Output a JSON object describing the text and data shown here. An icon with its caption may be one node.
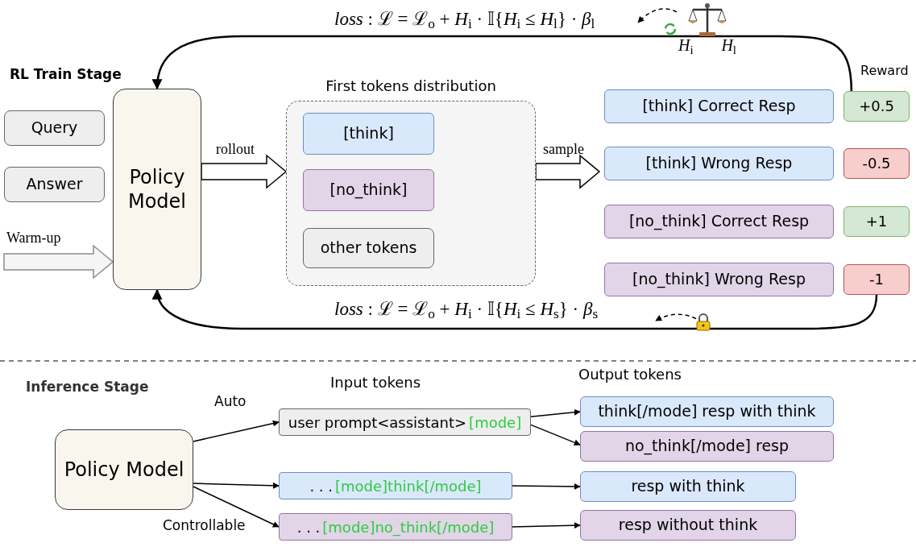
{
  "diagram": {
    "nodes": [
      {
        "text": [
          "Query"
        ]
      },
      {
        "text": [
          "Answer"
        ]
      },
      {
        "text": [
          "Policy Model"
        ]
      },
      {
        "text": [
          "First tokens distribution"
        ]
      },
      {
        "text": [
          "[think]"
        ],
        "in": 3
      },
      {
        "text": [
          "[no_think]"
        ],
        "in": 3
      },
      {
        "text": [
          "other tokens"
        ],
        "in": 3
      },
      {
        "text": [
          "[think] Correct Resp"
        ]
      },
      {
        "text": [
          "[think] Wrong Resp"
        ]
      },
      {
        "text": [
          "[no_think] Correct Resp"
        ]
      },
      {
        "text": [
          "[no_think] Wrong Resp"
        ]
      },
      {
        "text": [
          "+0.5"
        ]
      },
      {
        "text": [
          "-0.5"
        ]
      },
      {
        "text": [
          "+1"
        ]
      },
      {
        "text": [
          "-1"
        ]
      },
      {
        "text": [],
        "shape": "picture",
        "beside": [
          "*H*$_{i}$",
          "*H*$_{l}$"
        ]
      },
      {
        "text": [],
        "shape": "picture"
      },
      {
        "text": [
          "Policy Model"
        ]
      },
      {
        "text": [
          "user prompt<assistant>",
          "[mode]"
        ]
      },
      {
        "text": [
          ". . .",
          "[mode]think[/mode]"
        ]
      },
      {
        "text": [
          ". . .",
          "[mode]no_think[/mode]"
        ]
      },
      {
        "text": [
          "think[/mode] resp with think"
        ]
      },
      {
        "text": [
          "no_think[/mode] resp"
        ]
      },
      {
        "text": [
          "resp with think"
        ]
      },
      {
        "text": [
          "resp without think"
        ]
      }
    ],
    "edges": [
      {
        "from": null,
        "to": 2,
        "arrow": "to",
        "label": "Warm-up",
        "style": "thick",
        "color": "#8c8c8c"
      },
      {
        "from": 2,
        "to": 3,
        "arrow": "to",
        "label": "rollout",
        "style": "thick"
      },
      {
        "from": 3,
        "to": null,
        "arrow": "to",
        "label": "sample",
        "style": "thick"
      },
      {
        "from": 11,
        "to": 2,
        "arrow": "to",
        "label": "*loss* : ℒ = ℒ$_{o}$ + *H*$_{i}$ · 𝕀{*H*$_{i}$ ≤ *H*$_{l}$} · *β*$_{l}$"
      },
      {
        "from": 14,
        "to": 2,
        "arrow": "to",
        "label": "*loss* : ℒ = ℒ$_{o}$ + *H*$_{i}$ · 𝕀{*H*$_{i}$ ≤ *H*$_{s}$} · *β*$_{s}$"
      },
      {
        "from": 15,
        "to": null,
        "arrow": "to",
        "style": "dashed"
      },
      {
        "from": 16,
        "to": null,
        "arrow": "to",
        "style": "dashed"
      },
      {
        "from": 17,
        "to": 18,
        "arrow": "to",
        "label": "Auto"
      },
      {
        "from": 18,
        "to": 21,
        "arrow": "to"
      },
      {
        "from": 18,
        "to": 22,
        "arrow": "to"
      },
      {
        "from": 17,
        "to": 19,
        "arrow": "to"
      },
      {
        "from": 17,
        "to": 20,
        "arrow": "to",
        "label": "Controllable"
      },
      {
        "from": 19,
        "to": 23,
        "arrow": "to"
      },
      {
        "from": 20,
        "to": 24,
        "arrow": "to"
      }
    ],
    "labels": [
      "RL Train Stage",
      "Reward",
      "Inference Stage",
      "Input tokens",
      "Output tokens"
    ]
  }
}
